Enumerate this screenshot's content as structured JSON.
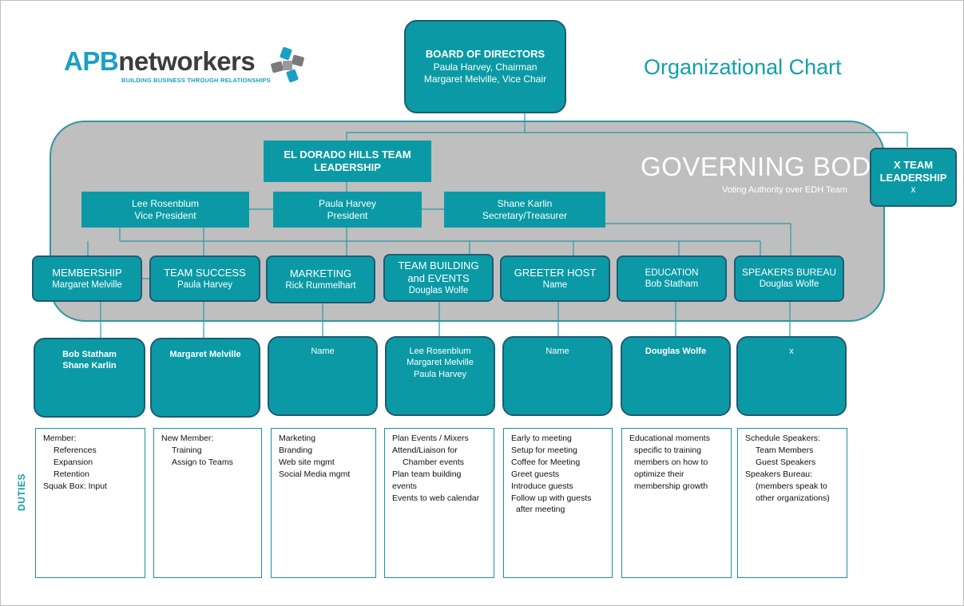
{
  "logo": {
    "brand_part1": "APB",
    "brand_part2": "networkers",
    "tagline": "BUILDING BUSINESS THROUGH RELATIONSHIPS"
  },
  "title": "Organizational Chart",
  "governing_body": {
    "title": "GOVERNING BODY",
    "subtitle": "Voting Authority over EDH Team"
  },
  "board": {
    "title": "BOARD OF DIRECTORS",
    "line1": "Paula Harvey, Chairman",
    "line2": "Margaret Melville, Vice Chair"
  },
  "xteam": {
    "line1": "X TEAM",
    "line2": "LEADERSHIP",
    "line3": "x"
  },
  "edh": {
    "line1": "EL DORADO HILLS TEAM",
    "line2": "LEADERSHIP"
  },
  "officers": [
    {
      "name": "Lee Rosenblum",
      "role": "Vice President"
    },
    {
      "name": "Paula Harvey",
      "role": "President"
    },
    {
      "name": "Shane Karlin",
      "role": "Secretary/Treasurer"
    }
  ],
  "committees": [
    {
      "title": "MEMBERSHIP",
      "title2": "",
      "lead": "Margaret Melville"
    },
    {
      "title": "TEAM SUCCESS",
      "title2": "",
      "lead": "Paula Harvey"
    },
    {
      "title": "MARKETING",
      "title2": "",
      "lead": "Rick Rummelhart"
    },
    {
      "title": "TEAM BUILDING",
      "title2": "and EVENTS",
      "lead": "Douglas Wolfe"
    },
    {
      "title": "GREETER HOST",
      "title2": "",
      "lead": "Name"
    },
    {
      "title": "EDUCATION",
      "title2": "",
      "lead": "Bob Statham"
    },
    {
      "title": "SPEAKERS BUREAU",
      "title2": "",
      "lead": "Douglas Wolfe"
    }
  ],
  "members": [
    {
      "lines": [
        "Bob Statham",
        "Shane Karlin",
        ""
      ]
    },
    {
      "lines": [
        "Margaret Melville",
        "",
        ""
      ]
    },
    {
      "lines": [
        "Name",
        "",
        ""
      ]
    },
    {
      "lines": [
        "Lee Rosenblum",
        "Margaret Melville",
        "Paula Harvey"
      ]
    },
    {
      "lines": [
        "Name",
        "",
        ""
      ]
    },
    {
      "lines": [
        "Douglas Wolfe",
        "",
        ""
      ]
    },
    {
      "lines": [
        "x",
        "",
        ""
      ]
    }
  ],
  "duties_label": "DUTIES",
  "duties": [
    [
      "Member:",
      "References",
      "Expansion",
      "Retention",
      "Squak Box: Input"
    ],
    [
      "New Member:",
      "Training",
      "Assign  to Teams"
    ],
    [
      "Marketing",
      "Branding",
      "Web site mgmt",
      "Social Media mgmt"
    ],
    [
      "Plan Events / Mixers",
      "Attend/Liaison for",
      "Chamber events",
      "Plan team building",
      "events",
      "Events to web calendar"
    ],
    [
      "Early to meeting",
      "Setup for meeting",
      "Coffee for Meeting",
      "Greet guests",
      "Introduce guests",
      "Follow up with guests",
      "after meeting"
    ],
    [
      "Educational moments",
      "specific to training",
      "members on how to",
      "optimize their",
      "membership growth"
    ],
    [
      "Schedule Speakers:",
      "Team Members",
      "Guest Speakers",
      "Speakers Bureau:",
      "(members speak to",
      "other organizations)"
    ]
  ],
  "colors": {
    "teal": "#0b9aa5",
    "border": "#1e5b74",
    "grey": "#bfbfbf",
    "accent": "#12a0aa"
  }
}
